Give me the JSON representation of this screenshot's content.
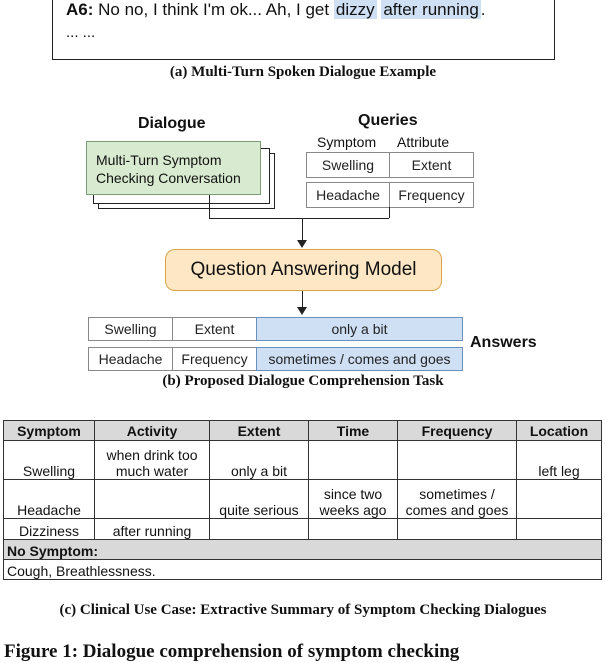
{
  "dialogue_example": {
    "speaker": "A6:",
    "text_before": "No no, I think I'm ok... Ah, I get",
    "highlight1": "dizzy",
    "highlight2": "after running",
    "text_after": ".",
    "ellipsis": "... ..."
  },
  "caption_a": "(a) Multi-Turn Spoken Dialogue Example",
  "task": {
    "dialogue_title": "Dialogue",
    "dialogue_box": [
      "Multi-Turn Symptom",
      "Checking Conversation"
    ],
    "queries_title": "Queries",
    "query_columns": [
      "Symptom",
      "Attribute"
    ],
    "queries": [
      {
        "symptom": "Swelling",
        "attribute": "Extent"
      },
      {
        "symptom": "Headache",
        "attribute": "Frequency"
      }
    ],
    "model": "Question Answering Model",
    "answers": [
      {
        "symptom": "Swelling",
        "attribute": "Extent",
        "answer": "only a bit"
      },
      {
        "symptom": "Headache",
        "attribute": "Frequency",
        "answer": "sometimes / comes and goes"
      }
    ],
    "answers_label": "Answers"
  },
  "caption_b": "(b) Proposed Dialogue Comprehension Task",
  "table": {
    "headers": [
      "Symptom",
      "Activity",
      "Extent",
      "Time",
      "Frequency",
      "Location"
    ],
    "rows": [
      [
        "Swelling",
        "when drink too much water",
        "only a bit",
        "",
        "",
        "left leg"
      ],
      [
        "Headache",
        "",
        "quite serious",
        "since two weeks ago",
        "sometimes / comes and goes",
        ""
      ],
      [
        "Dizziness",
        "after running",
        "",
        "",
        "",
        ""
      ]
    ],
    "no_symptom_label": "No Symptom:",
    "no_symptom_values": "Cough, Breathlessness."
  },
  "caption_c": "(c) Clinical Use Case: Extractive Summary of Symptom Checking Dialogues",
  "figure_caption_start": "Figure 1: Dialogue comprehension of symptom checking"
}
